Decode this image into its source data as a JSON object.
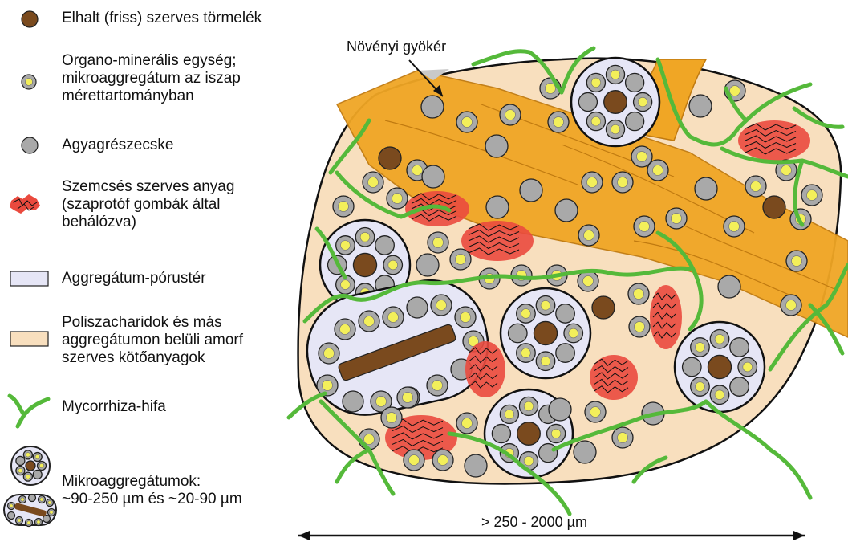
{
  "legend": {
    "dead_organic_debris": "Elhalt (friss) szerves törmelék",
    "organo_mineral_unit": "Organo-minerális egység;\nmikroaggregátum az iszap\nmérettartományban",
    "clay_particle": "Agyagrészecske",
    "particulate_organic_matter": "Szemcsés szerves anyag\n(szaprotóf gombák által\nbehálózva)",
    "aggregate_pore_space": "Aggregátum-pórustér",
    "polysaccharides_binding_agents": "Poliszacharidok és más\naggregátumon belüli amorf\nszerves kötőanyagok",
    "mycorrhiza_hypha": "Mycorrhiza-hifa",
    "microaggregates": "Mikroaggregátumok:\n~90-250 µm és ~20-90 µm"
  },
  "diagram": {
    "root_label": "Növényi gyökér",
    "scale_label": "> 250 - 2000 µm"
  },
  "colors": {
    "organic_debris": "#7a4a1e",
    "clay": "#a9a9a9",
    "silt_core": "#f3ef5a",
    "pore_space": "#e6e6f6",
    "polysaccharides": "#f8dfbe",
    "root": "#f0a625",
    "hypha": "#55b93a",
    "pom_red": "#ea4a3e"
  }
}
